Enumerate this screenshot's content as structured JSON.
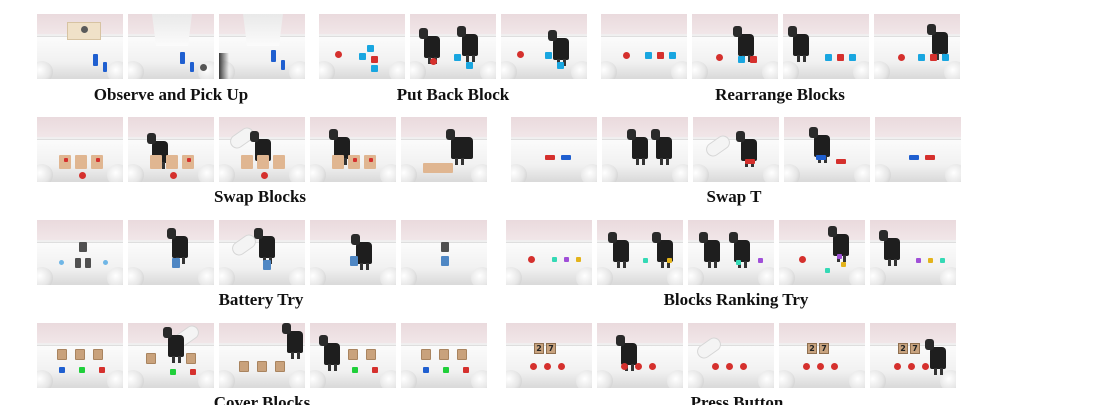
{
  "captions": {
    "observe_pick_up": "Observe and Pick Up",
    "put_back_block": "Put Back Block",
    "rearrange_blocks": "Rearrange Blocks",
    "swap_blocks": "Swap Blocks",
    "swap_t": "Swap T",
    "battery_try": "Battery Try",
    "blocks_ranking_try": "Blocks Ranking Try",
    "cover_blocks": "Cover Blocks",
    "press_button": "Press Button"
  },
  "number_tiles": [
    "2",
    "7"
  ],
  "colors": {
    "red": "#d5302d",
    "blue": "#1f5fd0",
    "cyan": "#19a6e0",
    "green": "#1fcf3a",
    "purple": "#a04fd8",
    "yellow": "#e3b31b",
    "teal": "#34d9b5",
    "robot": "#1e1e1e"
  }
}
